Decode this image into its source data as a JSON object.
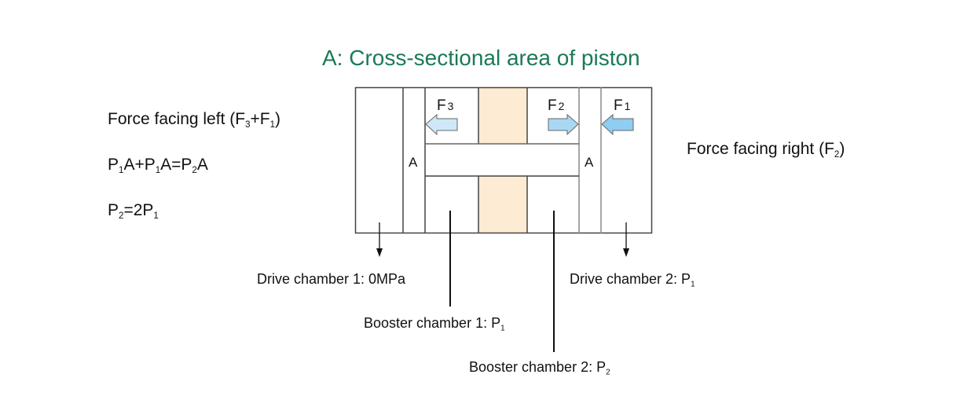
{
  "title": "A: Cross-sectional area of piston",
  "left_panel": {
    "force_left_prefix": "Force facing left (F",
    "force_left_sub1": "3",
    "force_left_mid": "+F",
    "force_left_sub2": "1",
    "force_left_suffix": ")",
    "eq1": {
      "p": "P",
      "s1": "1",
      "a1": "A+P",
      "s2": "1",
      "a2": "A=P",
      "s3": "2",
      "a3": "A"
    },
    "eq2": {
      "p": "P",
      "s1": "2",
      "mid": "=2P",
      "s2": "1"
    }
  },
  "right_panel": {
    "force_right_prefix": "Force facing right (F",
    "force_right_sub": "2",
    "force_right_suffix": ")"
  },
  "piston_labels": {
    "left_area": "A",
    "right_area": "A"
  },
  "forces": [
    {
      "id": "F3",
      "base": "F",
      "sub": "3",
      "direction": "left"
    },
    {
      "id": "F2",
      "base": "F",
      "sub": "2",
      "direction": "right"
    },
    {
      "id": "F1",
      "base": "F",
      "sub": "1",
      "direction": "left"
    }
  ],
  "chambers": {
    "drive1": {
      "text": "Drive chamber 1: 0MPa"
    },
    "drive2": {
      "text": "Drive chamber 2: P",
      "sub": "1"
    },
    "booster1": {
      "text": "Booster chamber 1: P",
      "sub": "1"
    },
    "booster2": {
      "text": "Booster chamber 2: P",
      "sub": "2"
    }
  },
  "colors": {
    "title": "#1a7a55",
    "center_block": "#fdebd3",
    "arrow_fill": "#a9d8f5",
    "arrow_stroke": "#555555",
    "line": "#444444"
  }
}
